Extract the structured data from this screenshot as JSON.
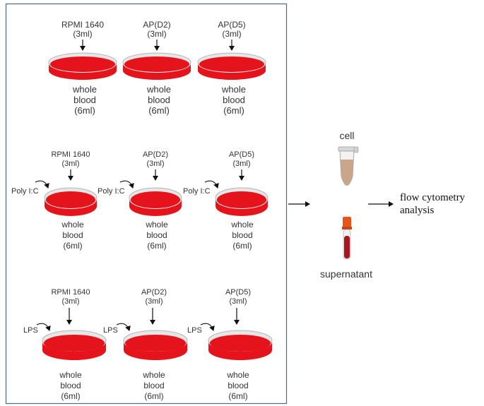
{
  "figure": {
    "rows": [
      {
        "label_side": "",
        "dishes": [
          {
            "treatment": "RPMI 1640",
            "volume": "(3ml)",
            "blood_line1": "whole",
            "blood_line2": "blood",
            "blood_line3": "(6ml)"
          },
          {
            "treatment": "AP(D2)",
            "volume": "(3ml)",
            "blood_line1": "whole",
            "blood_line2": "blood",
            "blood_line3": "(6ml)"
          },
          {
            "treatment": "AP(D5)",
            "volume": "(3ml)",
            "blood_line1": "whole",
            "blood_line2": "blood",
            "blood_line3": "(6ml)"
          }
        ]
      },
      {
        "label_side": "Poly I:C",
        "dishes": [
          {
            "treatment": "RPMI 1640",
            "volume": "(3ml)",
            "blood_line1": "whole",
            "blood_line2": "blood",
            "blood_line3": "(6ml)"
          },
          {
            "treatment": "AP(D2)",
            "volume": "(3ml)",
            "blood_line1": "whole",
            "blood_line2": "blood",
            "blood_line3": "(6ml)"
          },
          {
            "treatment": "AP(D5)",
            "volume": "(3ml)",
            "blood_line1": "whole",
            "blood_line2": "blood",
            "blood_line3": "(6ml)"
          }
        ]
      },
      {
        "label_side": "LPS",
        "dishes": [
          {
            "treatment": "RPMI 1640",
            "volume": "(3ml)",
            "blood_line1": "whole",
            "blood_line2": "blood",
            "blood_line3": "(6ml)"
          },
          {
            "treatment": "AP(D2)",
            "volume": "(3ml)",
            "blood_line1": "whole",
            "blood_line2": "blood",
            "blood_line3": "(6ml)"
          },
          {
            "treatment": "AP(D5)",
            "volume": "(3ml)",
            "blood_line1": "whole",
            "blood_line2": "blood",
            "blood_line3": "(6ml)"
          }
        ]
      }
    ],
    "cell_label": "cell",
    "supernatant_label": "supernatant",
    "analysis_line1": "flow cytometry",
    "analysis_line2": "analysis",
    "colors": {
      "blood": "#e5141c",
      "dish_rim": "#d9d9d9",
      "frame": "#4a6a8a",
      "tube_cap": "#e8541a",
      "tube_blood": "#a8151f"
    }
  }
}
